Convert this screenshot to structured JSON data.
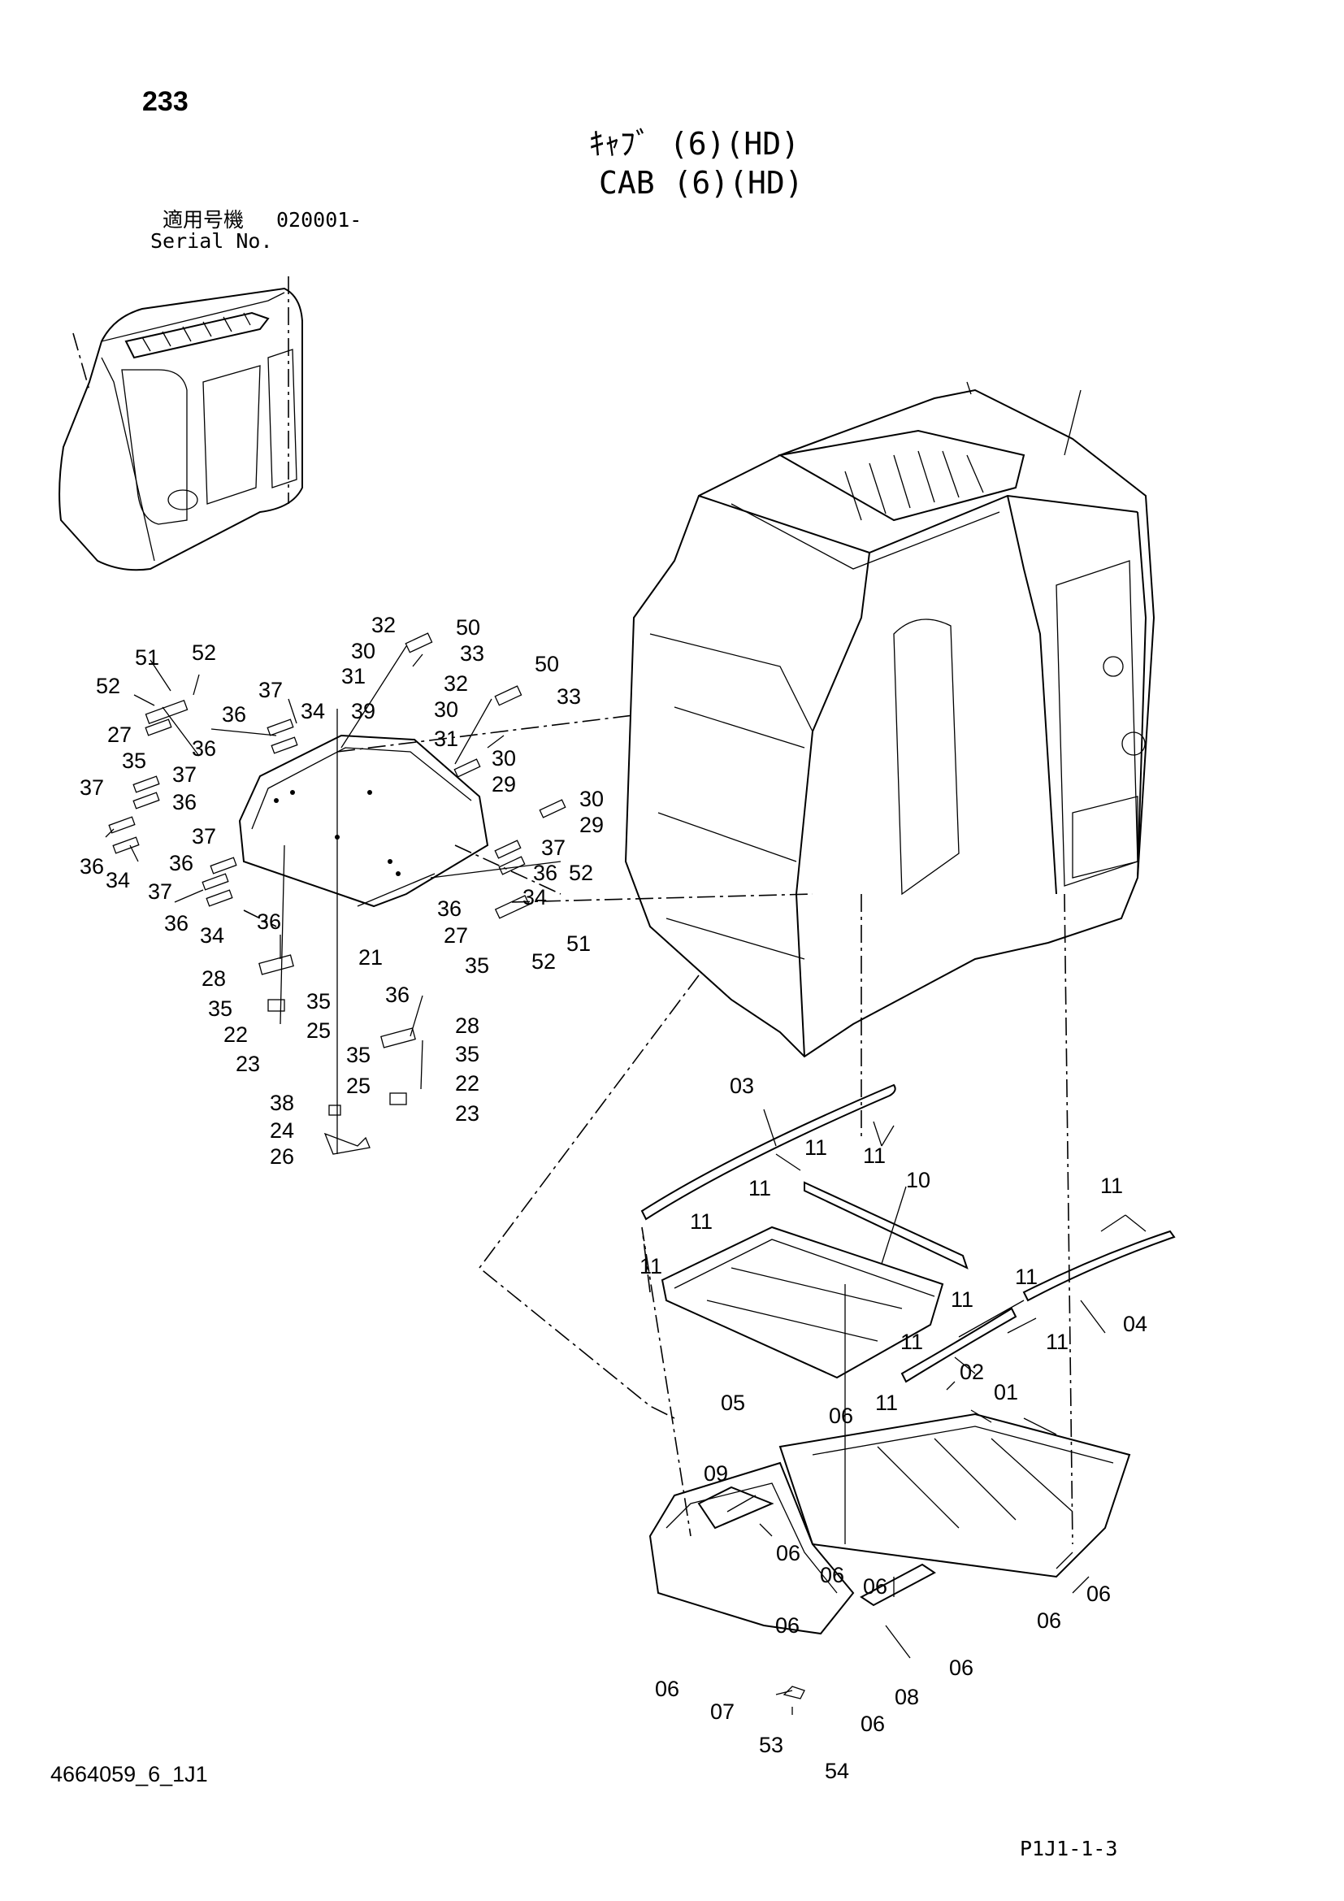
{
  "page_number": "233",
  "title_jp": "ｷｬﾌﾞ (6)(HD)",
  "title_en": "CAB (6)(HD)",
  "serial_label_jp": "適用号機",
  "serial_value": "020001-",
  "serial_label_en": "Serial No.",
  "drawing_code": "4664059_6_1J1",
  "page_code": "P1J1-1-3",
  "callouts": [
    {
      "id": "c51a",
      "text": "51"
    },
    {
      "id": "c52a",
      "text": "52"
    },
    {
      "id": "c52b",
      "text": "52"
    },
    {
      "id": "c27a",
      "text": "27"
    },
    {
      "id": "c36a",
      "text": "36"
    },
    {
      "id": "c35a",
      "text": "35"
    },
    {
      "id": "c37a",
      "text": "37"
    },
    {
      "id": "c36b",
      "text": "36"
    },
    {
      "id": "c34a",
      "text": "34"
    },
    {
      "id": "c39",
      "text": "39"
    },
    {
      "id": "c37b",
      "text": "37"
    },
    {
      "id": "c37c",
      "text": "37"
    },
    {
      "id": "c36c",
      "text": "36"
    },
    {
      "id": "c36d",
      "text": "36"
    },
    {
      "id": "c34b",
      "text": "34"
    },
    {
      "id": "c37d",
      "text": "37"
    },
    {
      "id": "c36e",
      "text": "36"
    },
    {
      "id": "c37e",
      "text": "37"
    },
    {
      "id": "c36f",
      "text": "36"
    },
    {
      "id": "c34c",
      "text": "34"
    },
    {
      "id": "c32a",
      "text": "32"
    },
    {
      "id": "c50a",
      "text": "50"
    },
    {
      "id": "c30a",
      "text": "30"
    },
    {
      "id": "c33a",
      "text": "33"
    },
    {
      "id": "c31a",
      "text": "31"
    },
    {
      "id": "c32b",
      "text": "32"
    },
    {
      "id": "c50b",
      "text": "50"
    },
    {
      "id": "c30b",
      "text": "30"
    },
    {
      "id": "c33b",
      "text": "33"
    },
    {
      "id": "c31b",
      "text": "31"
    },
    {
      "id": "c30c",
      "text": "30"
    },
    {
      "id": "c29a",
      "text": "29"
    },
    {
      "id": "c30d",
      "text": "30"
    },
    {
      "id": "c29b",
      "text": "29"
    },
    {
      "id": "c37f",
      "text": "37"
    },
    {
      "id": "c36g",
      "text": "36"
    },
    {
      "id": "c52c",
      "text": "52"
    },
    {
      "id": "c34d",
      "text": "34"
    },
    {
      "id": "c36h",
      "text": "36"
    },
    {
      "id": "c27b",
      "text": "27"
    },
    {
      "id": "c51b",
      "text": "51"
    },
    {
      "id": "c35b",
      "text": "35"
    },
    {
      "id": "c52d",
      "text": "52"
    },
    {
      "id": "c21",
      "text": "21"
    },
    {
      "id": "c36i",
      "text": "36"
    },
    {
      "id": "c28a",
      "text": "28"
    },
    {
      "id": "c35c",
      "text": "35"
    },
    {
      "id": "c35d",
      "text": "35"
    },
    {
      "id": "c22a",
      "text": "22"
    },
    {
      "id": "c25a",
      "text": "25"
    },
    {
      "id": "c23a",
      "text": "23"
    },
    {
      "id": "c36j",
      "text": "36"
    },
    {
      "id": "c28b",
      "text": "28"
    },
    {
      "id": "c35e",
      "text": "35"
    },
    {
      "id": "c35f",
      "text": "35"
    },
    {
      "id": "c22b",
      "text": "22"
    },
    {
      "id": "c25b",
      "text": "25"
    },
    {
      "id": "c23b",
      "text": "23"
    },
    {
      "id": "c38",
      "text": "38"
    },
    {
      "id": "c24",
      "text": "24"
    },
    {
      "id": "c26",
      "text": "26"
    },
    {
      "id": "c03",
      "text": "03"
    },
    {
      "id": "c11a",
      "text": "11"
    },
    {
      "id": "c11b",
      "text": "11"
    },
    {
      "id": "c10",
      "text": "10"
    },
    {
      "id": "c11c",
      "text": "11"
    },
    {
      "id": "c11d",
      "text": "11"
    },
    {
      "id": "c11e",
      "text": "11"
    },
    {
      "id": "c11f",
      "text": "11"
    },
    {
      "id": "c11g",
      "text": "11"
    },
    {
      "id": "c11h",
      "text": "11"
    },
    {
      "id": "c04",
      "text": "04"
    },
    {
      "id": "c11i",
      "text": "11"
    },
    {
      "id": "c11j",
      "text": "11"
    },
    {
      "id": "c02",
      "text": "02"
    },
    {
      "id": "c11k",
      "text": "11"
    },
    {
      "id": "c05",
      "text": "05"
    },
    {
      "id": "c06a",
      "text": "06"
    },
    {
      "id": "c01",
      "text": "01"
    },
    {
      "id": "c09",
      "text": "09"
    },
    {
      "id": "c06b",
      "text": "06"
    },
    {
      "id": "c06c",
      "text": "06"
    },
    {
      "id": "c06d",
      "text": "06"
    },
    {
      "id": "c06e",
      "text": "06"
    },
    {
      "id": "c06f",
      "text": "06"
    },
    {
      "id": "c06g",
      "text": "06"
    },
    {
      "id": "c06h",
      "text": "06"
    },
    {
      "id": "c06i",
      "text": "06"
    },
    {
      "id": "c07",
      "text": "07"
    },
    {
      "id": "c08",
      "text": "08"
    },
    {
      "id": "c06j",
      "text": "06"
    },
    {
      "id": "c53",
      "text": "53"
    },
    {
      "id": "c54",
      "text": "54"
    }
  ]
}
